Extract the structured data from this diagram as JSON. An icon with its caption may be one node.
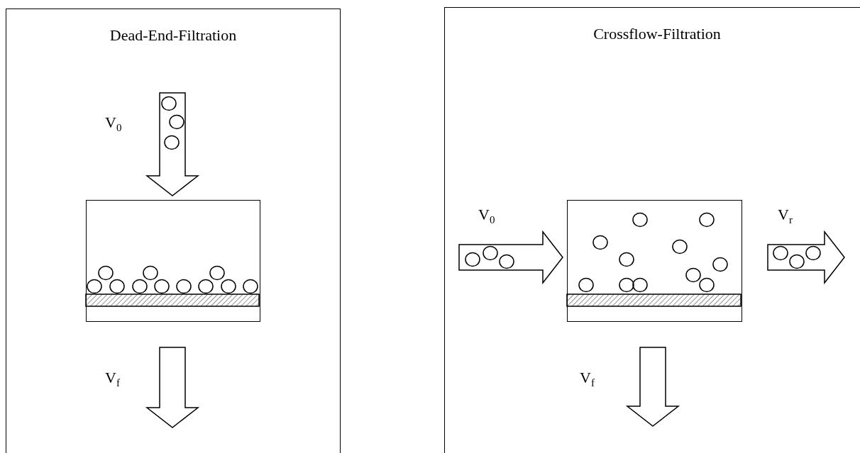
{
  "diagram": {
    "nodes": [
      {
        "text": [
          "Dead-End-Filtration"
        ]
      },
      {
        "text": [],
        "shape": "box",
        "in": 0
      },
      {
        "text": [
          "Crossflow-Filtration"
        ]
      },
      {
        "text": [],
        "shape": "box",
        "in": 2
      }
    ],
    "edges": [
      {
        "from": null,
        "to": 1,
        "arrow": "to",
        "label": "V$_{0}$"
      },
      {
        "from": 1,
        "to": null,
        "arrow": "to",
        "label": "V$_{f}$"
      },
      {
        "from": null,
        "to": 3,
        "arrow": "to",
        "label": "V$_{0}$"
      },
      {
        "from": 3,
        "to": null,
        "arrow": "to",
        "label": "V$_{r}$"
      },
      {
        "from": 3,
        "to": null,
        "arrow": "to",
        "label": "V$_{f}$"
      }
    ]
  }
}
